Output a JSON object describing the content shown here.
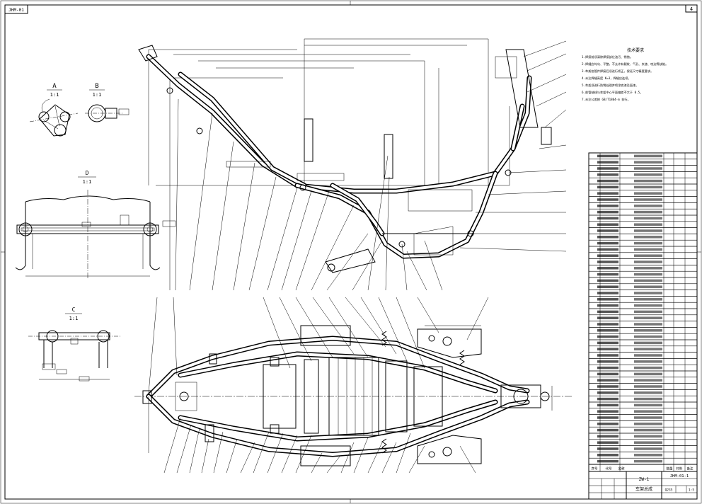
{
  "sheet": {
    "drawing_no_top": "JHM-01",
    "sheet_marker": "4"
  },
  "views": {
    "section_a": {
      "letter": "A",
      "scale": "1:1"
    },
    "section_b": {
      "letter": "B",
      "scale": "1:1"
    },
    "view_d": {
      "letter": "D",
      "scale": "1:1"
    },
    "view_c": {
      "letter": "C",
      "scale": "1:1"
    }
  },
  "notes": {
    "title": "技术要求",
    "lines": [
      "1.焊接前须清除焊接部位油污、锈蚀。",
      "2.焊缝应均匀、平整，不允许有裂纹、气孔、夹渣、咬边等缺陷。",
      "3.车架各管件焊接后须进行矫正，保证尺寸精度要求。",
      "4.未注焊缝高度 K=3，焊缝应连续。",
      "5.车架须进行防锈处理并喷涂底漆及面漆。",
      "6.前管轴线与车架中心平面偏差不大于 0.5。",
      "7.未注公差按 GB/T1804-m 执行。"
    ]
  },
  "title_block": {
    "designation": "ZW-1",
    "drawing_no": "JHM-01-1",
    "part_name": "车架总成",
    "material": "Q235",
    "scale": "1:5"
  },
  "bom": {
    "headers": [
      "序号",
      "代号",
      "名称",
      "数量",
      "材料",
      "备注"
    ],
    "row_count": 50
  }
}
